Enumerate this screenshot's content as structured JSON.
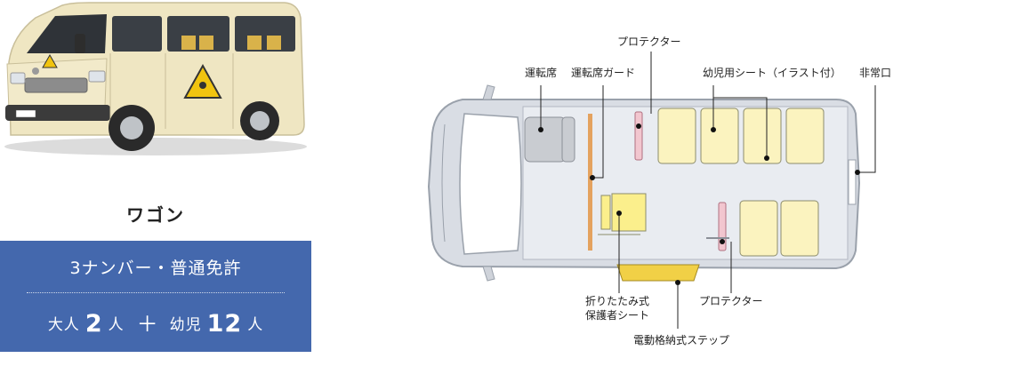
{
  "vehicle": {
    "title": "ワゴン",
    "license": "3ナンバー・普通免許",
    "capacity": {
      "adult_label": "大人",
      "adult_count": "2",
      "adult_unit": "人",
      "plus": "＋",
      "child_label": "幼児",
      "child_count": "12",
      "child_unit": "人"
    }
  },
  "floor_plan": {
    "labels": {
      "protector_top": "プロテクター",
      "driver_seat": "運転席",
      "driver_guard": "運転席ガード",
      "child_seats": "幼児用シート（イラスト付）",
      "emergency_exit": "非常口",
      "folding_seat": "折りたたみ式\n保護者シート",
      "protector_bottom": "プロテクター",
      "power_step": "電動格納式ステップ"
    }
  },
  "colors": {
    "info_box": "#4468ad",
    "van_body": "#efe6c2",
    "child_seat": "#fbf3bf",
    "folding_seat": "#fbef8c",
    "protector": "#f2c6cf",
    "step": "#f1d046",
    "guard": "#e4a25f"
  }
}
